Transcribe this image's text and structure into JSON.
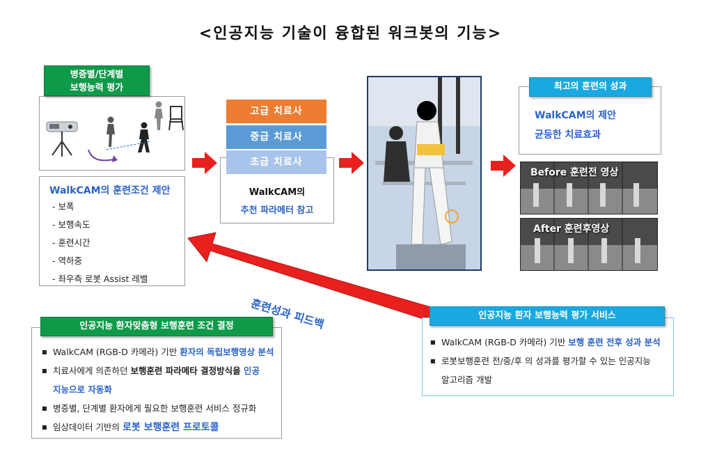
{
  "title": "<인공지능 기술이 융합된 워크봇의 기능>",
  "left_panel": {
    "header_line1": "병증별/단계별",
    "header_line2": "보행능력 평가",
    "proposal_title": "WalkCAM의 훈련조건 제안",
    "items": [
      "- 보폭",
      "- 보행속도",
      "- 훈련시간",
      "- 역하중",
      "- 좌우측 로봇 Assist 레벨"
    ]
  },
  "therapists": {
    "high": "고급 치료사",
    "mid": "중급 치료사",
    "low": "초급 치료사",
    "ref_line1": "WalkCAM의",
    "ref_line2": "추천 파라메터 참고"
  },
  "results": {
    "header": "최고의 훈련의 성과",
    "line1": "WalkCAM의 제안",
    "line2": "균등한 치료효과",
    "before_label": "Before 훈련전 영상",
    "after_label": "After 훈련후영상"
  },
  "feedback_label": "훈련성과 피드백",
  "bottom_left": {
    "header": "인공지능 환자맞춤형 보행훈련 조건 결정",
    "items": [
      {
        "pre": "WalkCAM (RGB-D 카메라) 기반 ",
        "hl": "환자의 독립보행영상 분석",
        "post": ""
      },
      {
        "pre": "치료사에게 의존하던 ",
        "bold": "보행훈련 파라메타 결정방식을",
        "hl": " 인공",
        "post": ""
      },
      {
        "cont": "지능으로 자동화"
      },
      {
        "pre": "병증별, 단계별 환자에게 필요한 보행훈련 서비스 정규화"
      },
      {
        "pre": "임상데이터 기반의 ",
        "hl": "로봇 보행훈련 프로토콜"
      }
    ]
  },
  "bottom_right": {
    "header": "인공지능 환자 보행능력 평가 서비스",
    "item1_pre": "WalkCAM (RGB-D 카메라) 기반 ",
    "item1_hl": "보행 훈련 전후 성과 분석",
    "item2_line1": "로봇보행훈련 전/중/후 의 성과를 평가할 수 있는 인공지능",
    "item2_line2": "알고리즘 개발"
  },
  "colors": {
    "green": "#0f9a4a",
    "blue_header": "#1aa8e0",
    "orange": "#ed7d31",
    "mid_blue": "#5b9bd5",
    "light_blue": "#a9c4ea",
    "red_arrow": "#e8201e",
    "highlight_blue": "#2b63c6"
  }
}
